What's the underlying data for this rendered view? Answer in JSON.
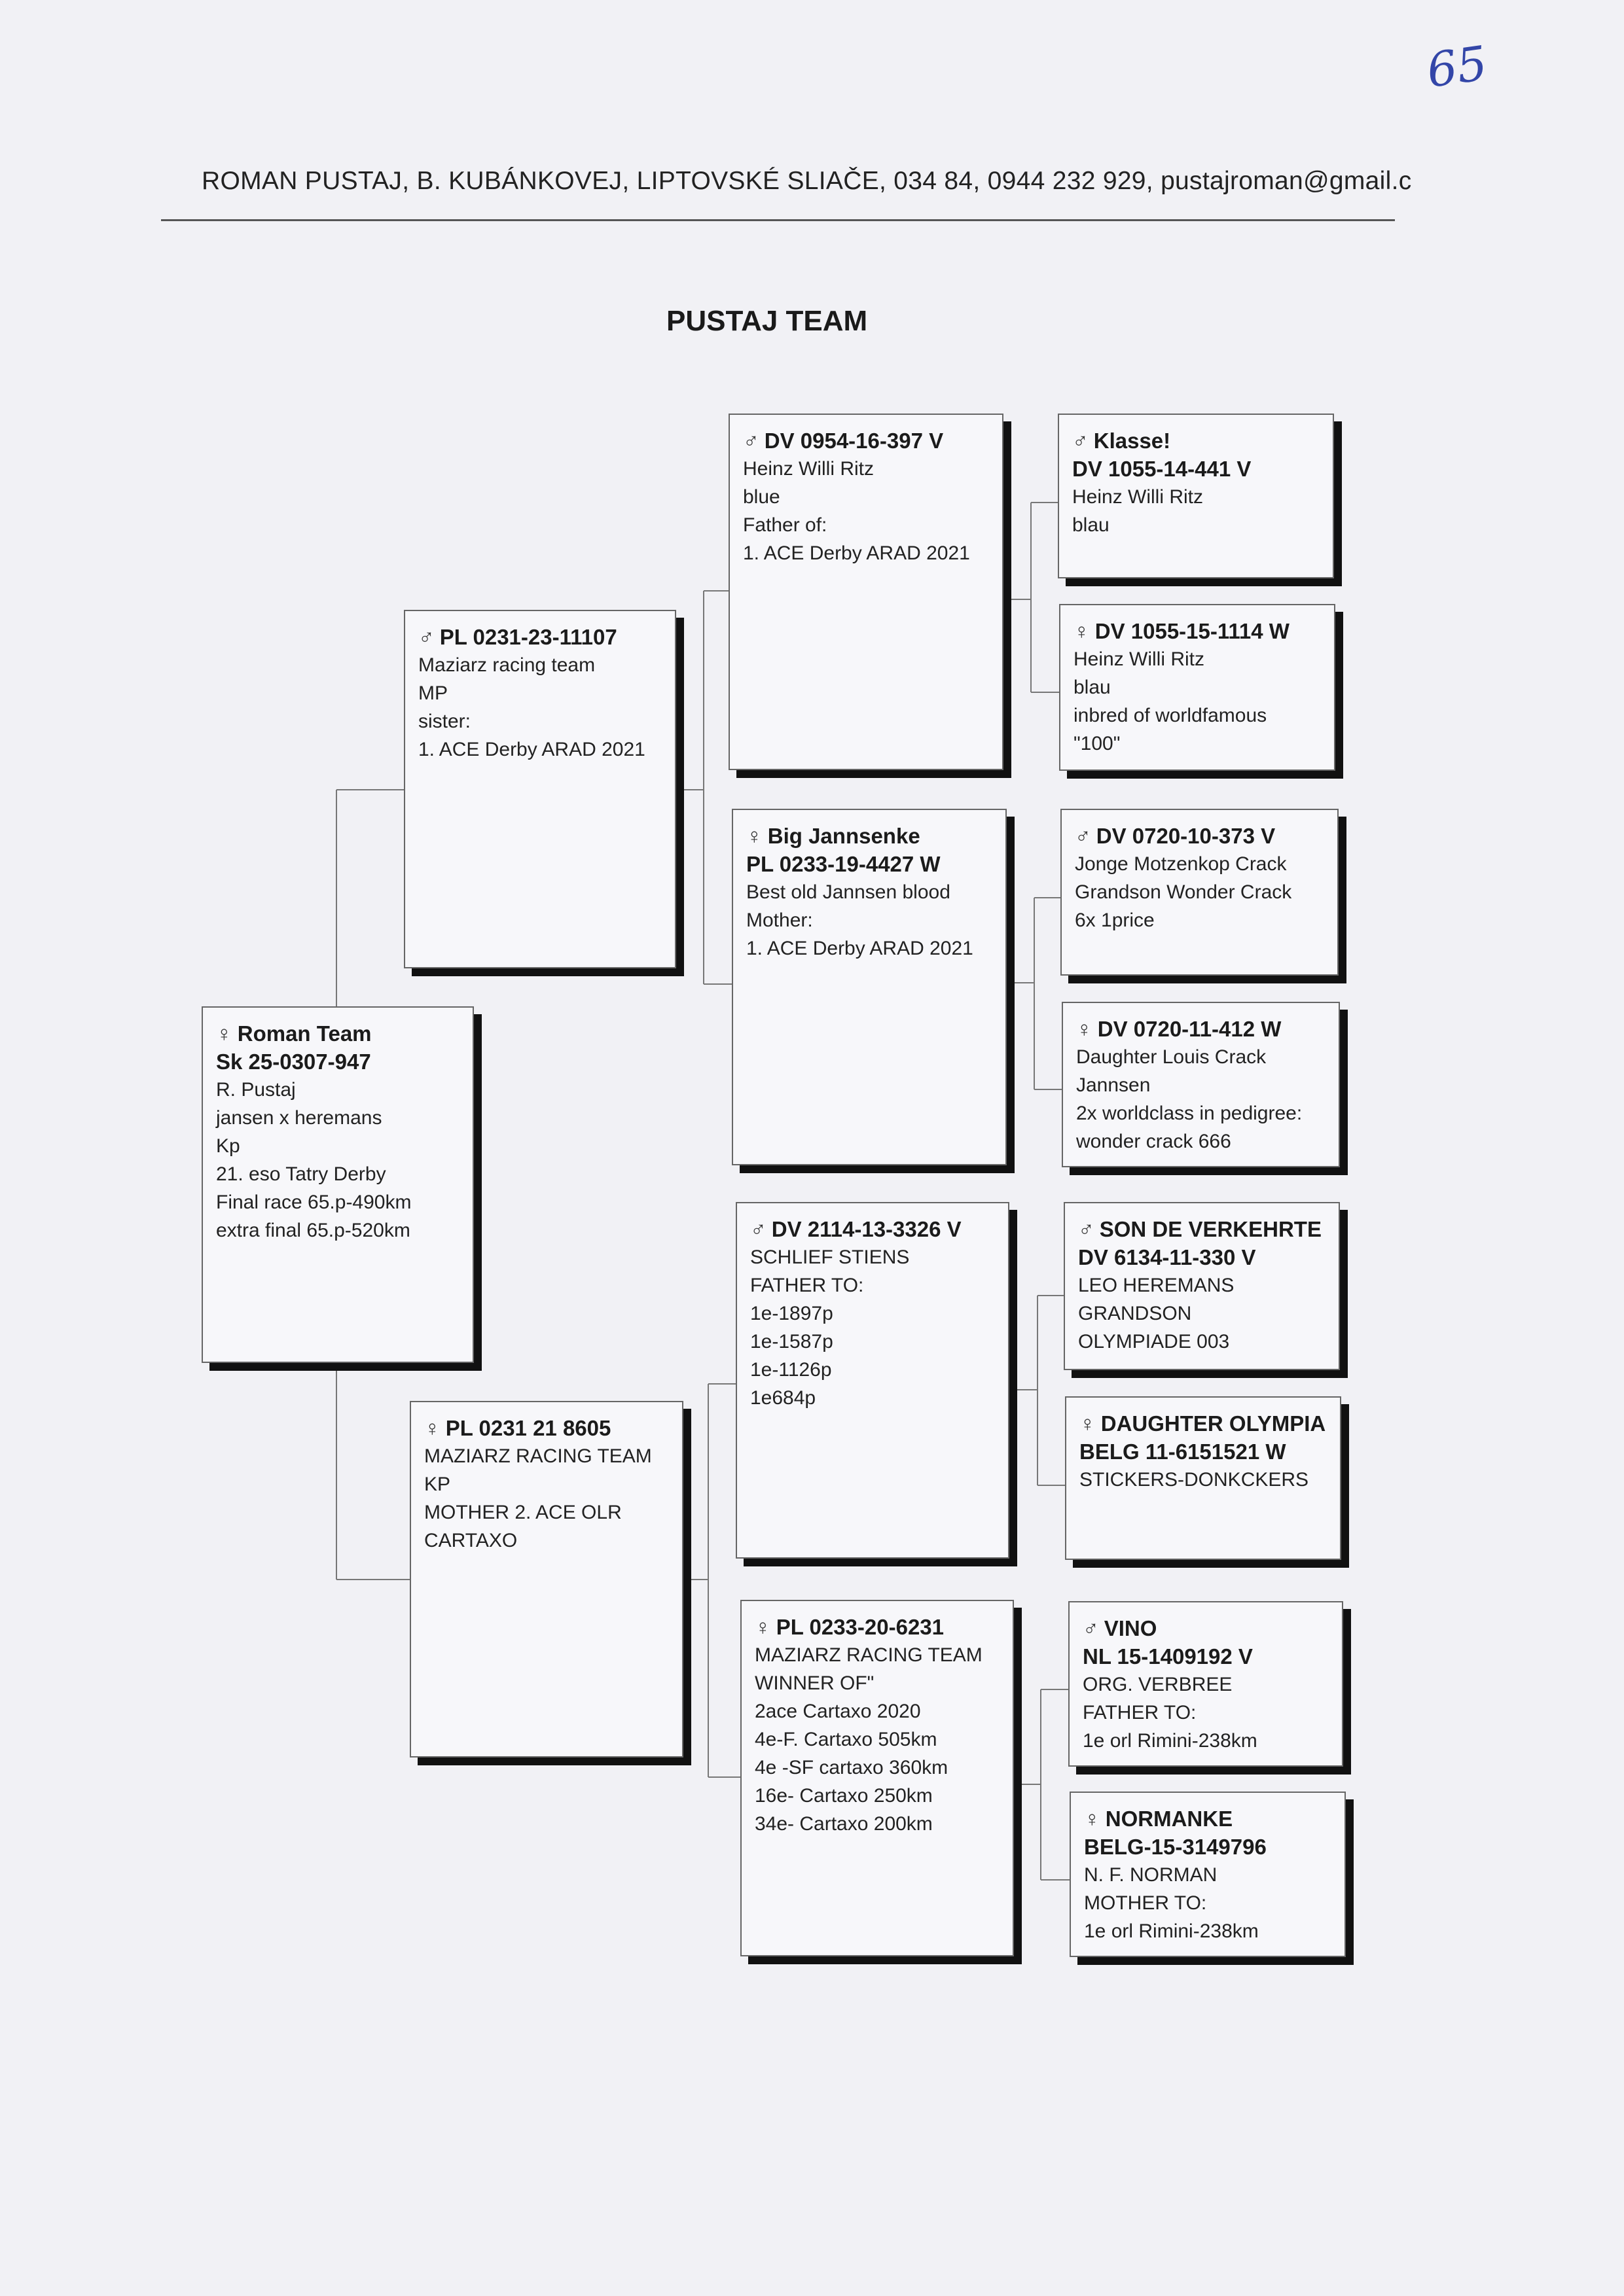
{
  "header": {
    "contact": "ROMAN PUSTAJ, B. KUBÁNKOVEJ, LIPTOVSKÉ SLIAČE, 034 84, 0944 232 929, pustajroman@gmail.c",
    "page_number": "65"
  },
  "title": "PUSTAJ TEAM",
  "pedigree": [
    {
      "id": "subject",
      "sex": "♀",
      "heading": [
        "Roman Team",
        "Sk 25-0307-947"
      ],
      "lines": [
        "R. Pustaj",
        "jansen x heremans",
        "Kp",
        "21. eso Tatry Derby",
        "Final race 65.p-490km",
        "extra final 65.p-520km"
      ]
    },
    {
      "id": "sire",
      "sex": "♂",
      "heading": [
        "PL 0231-23-11107"
      ],
      "lines": [
        "Maziarz racing team",
        "MP",
        "sister:",
        "1. ACE Derby ARAD 2021"
      ]
    },
    {
      "id": "dam",
      "sex": "♀",
      "heading": [
        "PL 0231 21 8605"
      ],
      "lines": [
        "MAZIARZ RACING TEAM",
        "KP",
        "MOTHER 2. ACE OLR",
        "CARTAXO"
      ]
    },
    {
      "id": "sire-sire",
      "sex": "♂",
      "heading": [
        "DV 0954-16-397 V"
      ],
      "lines": [
        "Heinz Willi Ritz",
        "blue",
        "Father of:",
        "1. ACE Derby ARAD 2021"
      ]
    },
    {
      "id": "sire-dam",
      "sex": "♀",
      "heading": [
        "Big Jannsenke",
        "PL 0233-19-4427 W"
      ],
      "lines": [
        "Best old Jannsen blood",
        "Mother:",
        "1. ACE Derby ARAD 2021"
      ]
    },
    {
      "id": "dam-sire",
      "sex": "♂",
      "heading": [
        "DV 2114-13-3326 V"
      ],
      "lines": [
        "SCHLIEF STIENS",
        "FATHER TO:",
        "1e-1897p",
        "1e-1587p",
        "1e-1126p",
        "1e684p"
      ]
    },
    {
      "id": "dam-dam",
      "sex": "♀",
      "heading": [
        "PL 0233-20-6231"
      ],
      "lines": [
        "MAZIARZ RACING TEAM",
        "WINNER OF\"",
        "2ace Cartaxo 2020",
        "4e-F. Cartaxo 505km",
        "4e -SF cartaxo 360km",
        "16e- Cartaxo 250km",
        "34e- Cartaxo 200km"
      ]
    },
    {
      "id": "ss-sire",
      "sex": "♂",
      "heading": [
        "Klasse!",
        "DV 1055-14-441 V"
      ],
      "lines": [
        "Heinz Willi Ritz",
        "blau"
      ]
    },
    {
      "id": "ss-dam",
      "sex": "♀",
      "heading": [
        "DV 1055-15-1114 W"
      ],
      "lines": [
        "Heinz Willi Ritz",
        "blau",
        "inbred of worldfamous",
        "\"100\""
      ]
    },
    {
      "id": "sd-sire",
      "sex": "♂",
      "heading": [
        "DV 0720-10-373 V"
      ],
      "lines": [
        "Jonge Motzenkop Crack",
        "Grandson Wonder Crack",
        "6x 1price"
      ]
    },
    {
      "id": "sd-dam",
      "sex": "♀",
      "heading": [
        "DV 0720-11-412 W"
      ],
      "lines": [
        "Daughter Louis Crack",
        "Jannsen",
        "2x worldclass in pedigree:",
        "wonder crack 666"
      ]
    },
    {
      "id": "ds-sire",
      "sex": "♂",
      "heading": [
        "SON DE VERKEHRTE",
        "DV 6134-11-330 V"
      ],
      "lines": [
        "LEO HEREMANS",
        "GRANDSON",
        "OLYMPIADE 003"
      ]
    },
    {
      "id": "ds-dam",
      "sex": "♀",
      "heading": [
        "DAUGHTER OLYMPIA",
        "BELG 11-6151521 W"
      ],
      "lines": [
        "STICKERS-DONKCKERS"
      ]
    },
    {
      "id": "dd-sire",
      "sex": "♂",
      "heading": [
        "VINO",
        "NL 15-1409192 V"
      ],
      "lines": [
        "ORG. VERBREE",
        "FATHER TO:",
        "1e orl Rimini-238km"
      ]
    },
    {
      "id": "dd-dam",
      "sex": "♀",
      "heading": [
        "NORMANKE",
        "BELG-15-3149796"
      ],
      "lines": [
        "N. F. NORMAN",
        "MOTHER TO:",
        "1e orl Rimini-238km"
      ]
    }
  ]
}
